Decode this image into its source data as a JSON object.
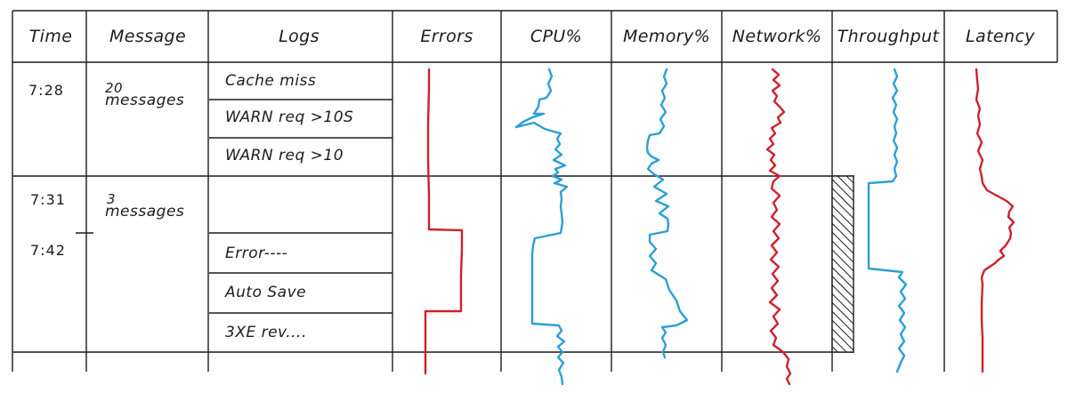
{
  "headers": [
    "Time",
    "Message",
    "Logs",
    "Errors",
    "CPU%",
    "Memory%",
    "Network%",
    "Throughput",
    "Latency"
  ],
  "rows": [
    {
      "time": "7:28",
      "message_count": "20",
      "message_label": "messages",
      "logs": [
        "Cache miss",
        "WARN req >10S",
        "WARN req >10"
      ]
    },
    {
      "time": "7:31",
      "time_secondary": "7:42",
      "message_count": "3",
      "message_label": "messages",
      "logs": [
        "",
        "Error----",
        "Auto Save",
        "3XE rev...."
      ]
    }
  ],
  "colors": {
    "ink": "#1c1c1c",
    "errors": "#d0202a",
    "cpu": "#2b9fd6",
    "memory": "#2b9fd6",
    "network": "#d0202a",
    "throughput": "#2b9fd6",
    "latency": "#d0202a"
  }
}
